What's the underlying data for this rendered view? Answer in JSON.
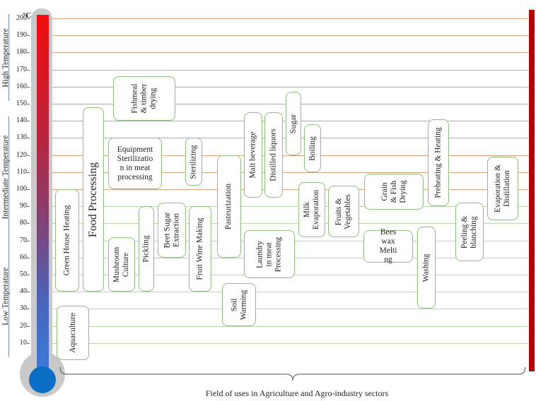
{
  "unit_label": "°C",
  "ticks": [
    10,
    20,
    30,
    40,
    50,
    60,
    70,
    80,
    90,
    100,
    110,
    120,
    130,
    140,
    150,
    160,
    170,
    180,
    190,
    200
  ],
  "temperature_zones": [
    {
      "label": "High Temperature",
      "range": [
        150,
        200
      ]
    },
    {
      "label": "Intermediate Temperature",
      "range": [
        70,
        140
      ]
    },
    {
      "label": "Low Temperature",
      "range": [
        0,
        70
      ]
    }
  ],
  "colors": {
    "high_lines": "#d9a27a",
    "mid_lines": "#d9a27a",
    "low_lines": "#b7d8a8",
    "box_border": "#8fbf7e",
    "right_bar": "#b30000",
    "bulb": "#0a6fc4"
  },
  "applications": [
    {
      "id": "aquaculture",
      "label": "Aquaculture",
      "orientation": "vertical",
      "temp_range": [
        0,
        32
      ]
    },
    {
      "id": "green-house-heating",
      "label": "Green House Heating",
      "orientation": "vertical",
      "temp_range": [
        40,
        100
      ]
    },
    {
      "id": "food-processing",
      "label": "Food Processing",
      "orientation": "vertical",
      "temp_range": [
        40,
        148
      ]
    },
    {
      "id": "mushroom-culture",
      "label": "Mushroom\nCulture",
      "orientation": "vertical",
      "temp_range": [
        40,
        72
      ]
    },
    {
      "id": "fishmeal-timber-drying",
      "label": "Fishmeal\n& timber\ndrying",
      "orientation": "vertical",
      "temp_range": [
        140,
        166
      ]
    },
    {
      "id": "equipment-sterilization",
      "label": "Equipment\nSterilizatio\nn in meat\nprocessing",
      "orientation": "horizontal",
      "temp_range": [
        100,
        130
      ]
    },
    {
      "id": "pickling",
      "label": "Pickling",
      "orientation": "vertical",
      "temp_range": [
        40,
        90
      ]
    },
    {
      "id": "beet-sugar-extraction",
      "label": "Beet Sugar\nExtraction",
      "orientation": "vertical",
      "temp_range": [
        60,
        92
      ]
    },
    {
      "id": "sterilizing",
      "label": "Sterilizing",
      "orientation": "vertical",
      "temp_range": [
        102,
        130
      ]
    },
    {
      "id": "fruit-wine-making",
      "label": "Fruit Wine Making",
      "orientation": "vertical",
      "temp_range": [
        40,
        90
      ]
    },
    {
      "id": "pasteurization",
      "label": "Pasteurization",
      "orientation": "vertical",
      "temp_range": [
        60,
        120
      ]
    },
    {
      "id": "soil-warming",
      "label": "Soil\nWarming",
      "orientation": "vertical",
      "temp_range": [
        20,
        45
      ]
    },
    {
      "id": "malt-beverage",
      "label": "Malt beverage",
      "orientation": "vertical",
      "temp_range": [
        95,
        145
      ]
    },
    {
      "id": "distilled-liquors",
      "label": "Distilled liquors",
      "orientation": "vertical",
      "temp_range": [
        95,
        145
      ]
    },
    {
      "id": "laundry-meat-processing",
      "label": "Laundry\nin meat\nProcessing",
      "orientation": "vertical",
      "temp_range": [
        48,
        76
      ]
    },
    {
      "id": "sugar",
      "label": "Sugar",
      "orientation": "vertical",
      "temp_range": [
        120,
        157
      ]
    },
    {
      "id": "boiling",
      "label": "Boiling",
      "orientation": "vertical",
      "temp_range": [
        110,
        138
      ]
    },
    {
      "id": "milk-evaporation",
      "label": "Milk\nEvaporation",
      "orientation": "vertical",
      "temp_range": [
        72,
        104
      ]
    },
    {
      "id": "fruits-vegetables",
      "label": "Fruits &\nVegetables",
      "orientation": "vertical",
      "temp_range": [
        72,
        102
      ]
    },
    {
      "id": "grain-fish-drying",
      "label": "Grain\n& Fish\nDrying",
      "orientation": "vertical",
      "temp_range": [
        88,
        109
      ]
    },
    {
      "id": "bees-wax-melting",
      "label": "Bees\nwax\nMelti\nng",
      "orientation": "horizontal",
      "temp_range": [
        57,
        76
      ]
    },
    {
      "id": "washing",
      "label": "Washing",
      "orientation": "vertical",
      "temp_range": [
        30,
        78
      ]
    },
    {
      "id": "preheating-heating",
      "label": "Preheating & Heating",
      "orientation": "vertical",
      "temp_range": [
        90,
        141
      ]
    },
    {
      "id": "peeling-blanching",
      "label": "Peeling &\nblanching",
      "orientation": "vertical",
      "temp_range": [
        58,
        92
      ]
    },
    {
      "id": "evaporation-distillation",
      "label": "Evaporation &\nDistillation",
      "orientation": "vertical",
      "temp_range": [
        82,
        119
      ]
    }
  ],
  "footer_caption": "Field of uses in Agriculture and Agro-industry sectors"
}
